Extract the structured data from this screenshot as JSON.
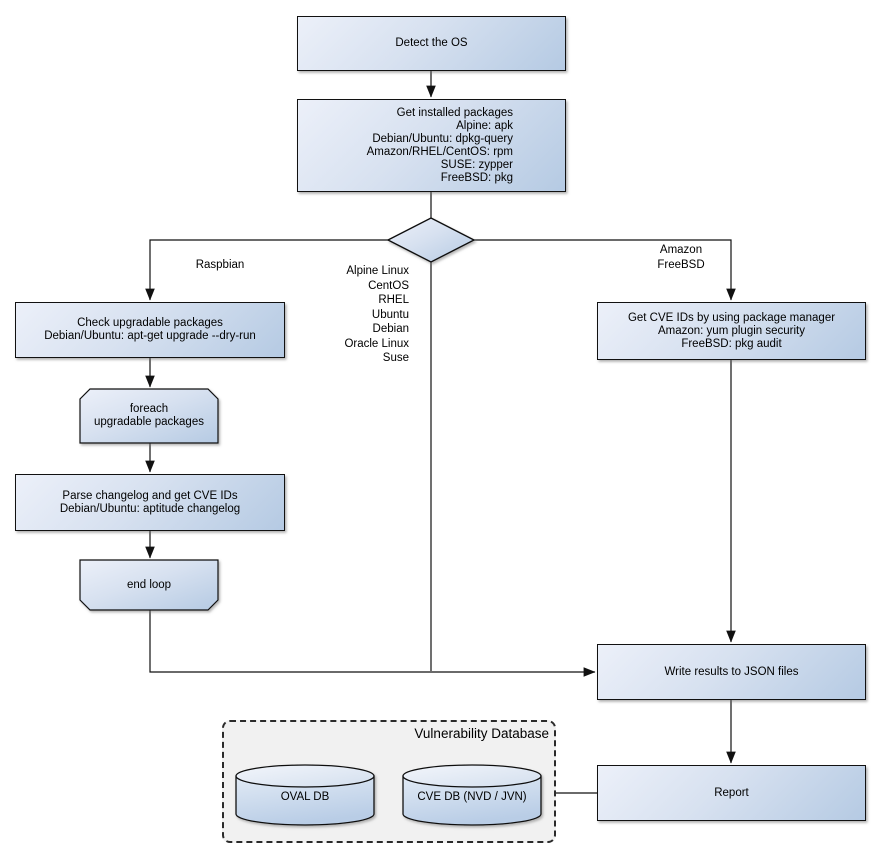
{
  "nodes": {
    "detect_os": {
      "label": "Detect the OS"
    },
    "get_installed_packages": {
      "label": "Get installed packages\nAlpine: apk\nDebian/Ubuntu: dpkg-query\nAmazon/RHEL/CentOS: rpm\nSUSE: zypper\nFreeBSD: pkg"
    },
    "check_upgradable_packages": {
      "label": "Check upgradable packages\nDebian/Ubuntu: apt-get upgrade --dry-run"
    },
    "foreach_loop_start": {
      "label": "foreach\nupgradable  packages"
    },
    "parse_changelog": {
      "label": "Parse changelog and get  CVE IDs\nDebian/Ubuntu: aptitude changelog"
    },
    "end_loop": {
      "label": "end loop"
    },
    "get_cve_ids_pkg_manager": {
      "label": "Get CVE IDs by using package manager\nAmazon: yum plugin security\nFreeBSD: pkg audit"
    },
    "write_results_json": {
      "label": "Write results to JSON files"
    },
    "report": {
      "label": "Report"
    },
    "oval_db": {
      "label": "OVAL DB"
    },
    "cve_db": {
      "label": "CVE DB (NVD / JVN)"
    }
  },
  "edge_labels": {
    "left_branch": "Raspbian",
    "middle_branch": "Alpine Linux\nCentOS\nRHEL\nUbuntu\nDebian\nOracle Linux\nSuse",
    "right_branch": "Amazon\nFreeBSD"
  },
  "groups": {
    "vulnerability_database": {
      "title": "Vulnerability Database"
    }
  },
  "colors": {
    "node_gradient_start": "#ecf0f9",
    "node_gradient_end": "#b5cae3",
    "cylinder_top_start": "#f2f5fb",
    "cylinder_top_end": "#d3dfee",
    "cylinder_body_start": "#e1eaf5",
    "cylinder_body_end": "#b9cde6",
    "line": "#111111",
    "container_fill": "#f1f1f1",
    "background": "#ffffff"
  }
}
